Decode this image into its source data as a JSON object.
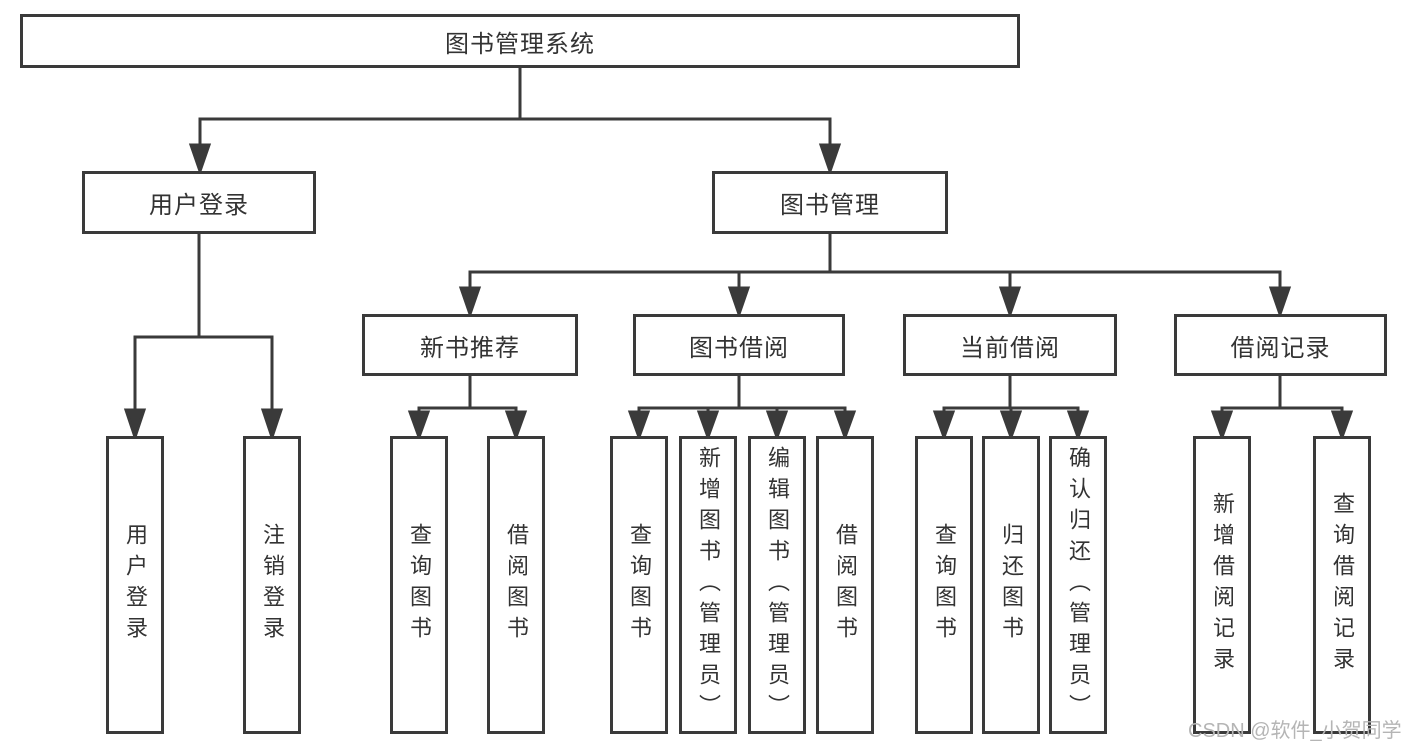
{
  "colors": {
    "line": "#3a3a3a",
    "text": "#333333",
    "background": "#ffffff",
    "watermark": "#b5b5b5"
  },
  "tree": {
    "root": {
      "label": "图书管理系统"
    },
    "branches": [
      {
        "label": "用户登录",
        "children": [
          {
            "label": "用户登录"
          },
          {
            "label": "注销登录"
          }
        ]
      },
      {
        "label": "图书管理",
        "children": [
          {
            "label": "新书推荐",
            "children": [
              {
                "label": "查询图书"
              },
              {
                "label": "借阅图书"
              }
            ]
          },
          {
            "label": "图书借阅",
            "children": [
              {
                "label": "查询图书"
              },
              {
                "label": "新增图书（管理员）"
              },
              {
                "label": "编辑图书（管理员）"
              },
              {
                "label": "借阅图书"
              }
            ]
          },
          {
            "label": "当前借阅",
            "children": [
              {
                "label": "查询图书"
              },
              {
                "label": "归还图书"
              },
              {
                "label": "确认归还（管理员）"
              }
            ]
          },
          {
            "label": "借阅记录",
            "children": [
              {
                "label": "新增借阅记录"
              },
              {
                "label": "查询借阅记录"
              }
            ]
          }
        ]
      }
    ]
  },
  "watermark": {
    "text": "CSDN @软件_小贺同学"
  }
}
